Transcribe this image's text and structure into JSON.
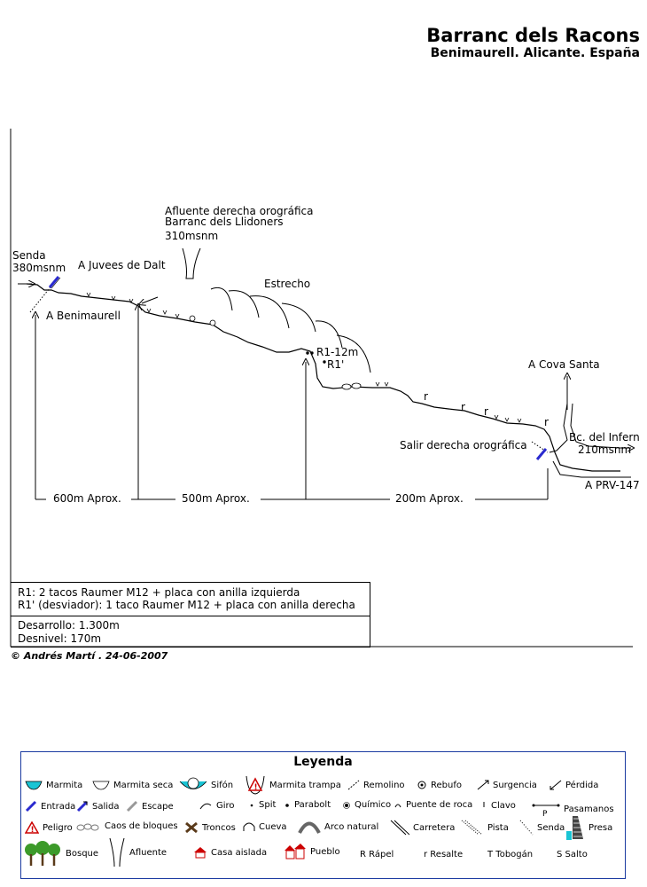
{
  "header": {
    "title": "Barranc dels Racons",
    "subtitle": "Benimaurell. Alicante. España"
  },
  "topo_labels": {
    "senda": "Senda",
    "senda_alt": "380msnm",
    "juvees": "A Juvees de Dalt",
    "benimaurell": "A Benimaurell",
    "afluente_line1": "Afluente derecha orográfica",
    "afluente_line2": "Barranc dels Llidoners",
    "afluente_alt": "310msnm",
    "estrecho": "Estrecho",
    "r1": "R1-12m",
    "r1p": "R1'",
    "cova_santa": "A Cova Santa",
    "infern": "Bc. del Infern",
    "infern_alt": "210msnm",
    "salir": "Salir derecha orográfica",
    "prv": "A PRV-147",
    "dist1": "600m Aprox.",
    "dist2": "500m Aprox.",
    "dist3": "200m Aprox.",
    "resalte": "r"
  },
  "notes": {
    "r1": "R1: 2 tacos Raumer M12 + placa con anilla izquierda",
    "r1p": "R1' (desviador): 1 taco Raumer M12 + placa con anilla derecha",
    "desarrollo": "Desarrollo: 1.300m",
    "desnivel": "Desnivel: 170m"
  },
  "credit": "© Andrés Martí . 24-06-2007",
  "legend": {
    "title": "Leyenda",
    "marmita": "Marmita",
    "marmita_seca": "Marmita seca",
    "sifon": "Sifón",
    "marmita_trampa": "Marmita trampa",
    "remolino": "Remolino",
    "rebufo": "Rebufo",
    "surgencia": "Surgencia",
    "perdida": "Pérdida",
    "entrada": "Entrada",
    "salida": "Salida",
    "escape": "Escape",
    "giro": "Giro",
    "spit": "Spit",
    "parabolt": "Parabolt",
    "quimico": "Químico",
    "puente_roca": "Puente de roca",
    "clavo": "Clavo",
    "pasamanos": "Pasamanos",
    "pasamanos_p": "P",
    "peligro": "Peligro",
    "caos": "Caos de bloques",
    "troncos": "Troncos",
    "cueva": "Cueva",
    "arco": "Arco natural",
    "carretera": "Carretera",
    "pista": "Pista",
    "senda": "Senda",
    "presa": "Presa",
    "bosque": "Bosque",
    "afluente": "Afluente",
    "casa": "Casa aislada",
    "pueblo": "Pueblo",
    "rapel": "R Rápel",
    "resalte": "r Resalte",
    "tobogan": "T Tobogán",
    "salto": "S Salto"
  },
  "colors": {
    "entrada": "#2a2acf",
    "marmita": "#19c4d4",
    "peligro": "#cc0000",
    "legend_border": "#1a3aa0",
    "bosque": "#3c9a2a",
    "casa": "#cc0000"
  }
}
